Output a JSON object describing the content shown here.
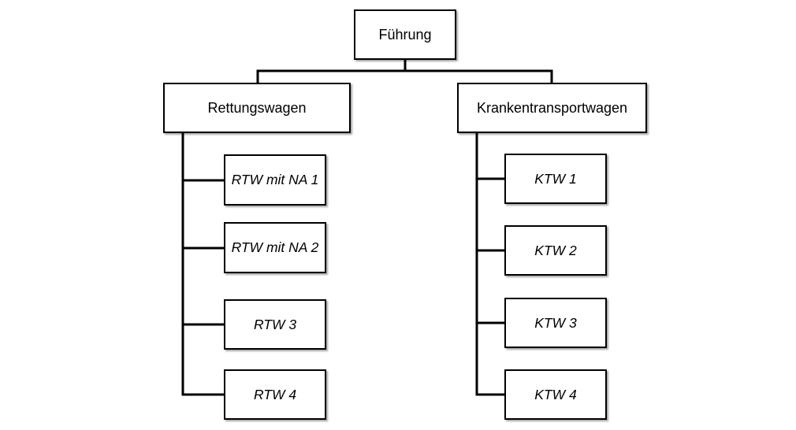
{
  "org_chart": {
    "root": {
      "label": "Führung"
    },
    "branches": [
      {
        "label": "Rettungswagen",
        "children": [
          "RTW mit NA 1",
          "RTW mit NA 2",
          "RTW 3",
          "RTW 4"
        ]
      },
      {
        "label": "Krankentransportwagen",
        "children": [
          "KTW 1",
          "KTW 2",
          "KTW 3",
          "KTW 4"
        ]
      }
    ]
  }
}
